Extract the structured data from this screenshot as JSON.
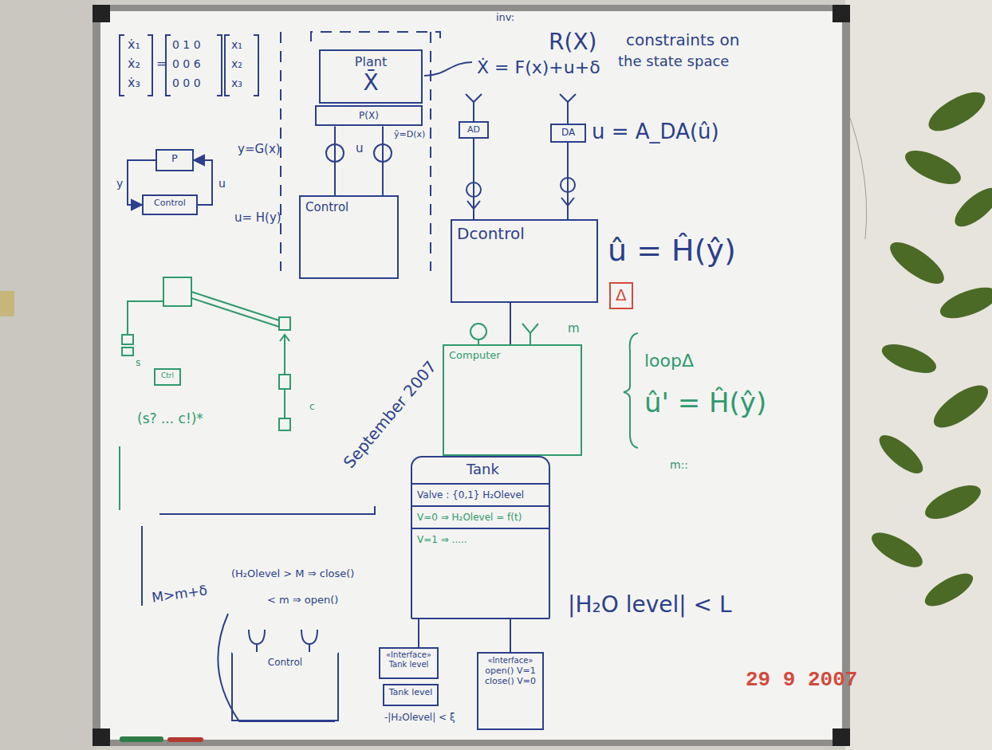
{
  "diagram": {
    "nodes": [
      {
        "text": [
          "Plant",
          "X̄"
        ]
      },
      {
        "text": [
          "P(X)"
        ]
      },
      {
        "text": [
          "Control"
        ]
      },
      {
        "text": [
          "AD"
        ]
      },
      {
        "text": [
          "DA"
        ]
      },
      {
        "text": [
          "Dcontrol"
        ]
      },
      {
        "text": [
          "Computer"
        ]
      },
      {
        "text": [
          "P"
        ]
      },
      {
        "text": [
          "Control"
        ]
      },
      {
        "text": [
          "Ctrl"
        ]
      },
      {
        "text": [
          "Tank",
          "Valve : {0,1} H₂Olevel",
          "V=0 ⇒ H₂Olevel = f(t)",
          "V=1 ⇒ ....."
        ]
      },
      {
        "text": [
          "Control"
        ]
      },
      {
        "text": [
          "«Interface» Tank level"
        ]
      },
      {
        "text": [
          "Tank level"
        ]
      },
      {
        "text": [
          "«Interface»",
          "open() V=1 close() V=0"
        ]
      }
    ],
    "edges": [
      {
        "from": 1,
        "to": 2,
        "arrow": "none"
      },
      {
        "from": 1,
        "to": 2,
        "arrow": "none"
      },
      {
        "from": 3,
        "to": 5,
        "arrow": "none"
      },
      {
        "from": 4,
        "to": 5,
        "arrow": "none"
      },
      {
        "from": 5,
        "to": 6,
        "arrow": "none"
      },
      {
        "from": 8,
        "to": 7,
        "arrow": "to"
      },
      {
        "from": 7,
        "to": 8,
        "arrow": "to"
      },
      {
        "from": 10,
        "to": 12,
        "arrow": "none"
      },
      {
        "from": 10,
        "to": 14,
        "arrow": "none"
      }
    ],
    "labels": [
      "ẋ₁",
      "ẋ₂",
      "ẋ₃",
      "=",
      "0 1 0",
      "0 0 6",
      "0 0 0",
      "x₁",
      "x₂",
      "x₃",
      "inv:",
      "R(X)",
      "constraints on",
      "the state space",
      "Ẋ = F(x)+u+δ",
      "ŷ=D(x)",
      "u = A_DA(û)",
      "y=G(x)",
      "u",
      "u= H(y)",
      "û = Ĥ(ŷ)",
      "Δ",
      "loopΔ",
      "û' = Ĥ(ŷ)",
      "m::",
      "m",
      "y",
      "u",
      "s",
      "c",
      "(s? ... c!)*",
      "September 2007",
      "M>m+δ",
      "(H₂Olevel > M ⇒ close()",
      "< m ⇒ open()",
      "|H₂O level| < L",
      "-|H₂Olevel| < ξ",
      "29  9 2007"
    ]
  }
}
